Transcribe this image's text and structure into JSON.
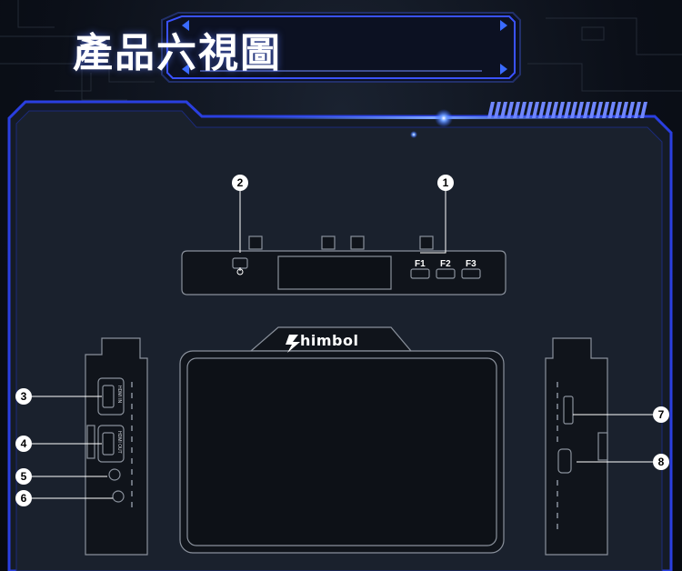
{
  "title": "產品六視圖",
  "brand": "himbol",
  "function_keys": [
    "F1",
    "F2",
    "F3"
  ],
  "callouts": [
    "1",
    "2",
    "3",
    "4",
    "5",
    "6",
    "7",
    "8"
  ],
  "port_labels": {
    "hdmi_in": "HDMI IN",
    "hdmi_out": "HDMI OUT"
  },
  "colors": {
    "accent": "#2f5bff",
    "panel_border": "#3a5cff",
    "background": "#0b0f18"
  }
}
